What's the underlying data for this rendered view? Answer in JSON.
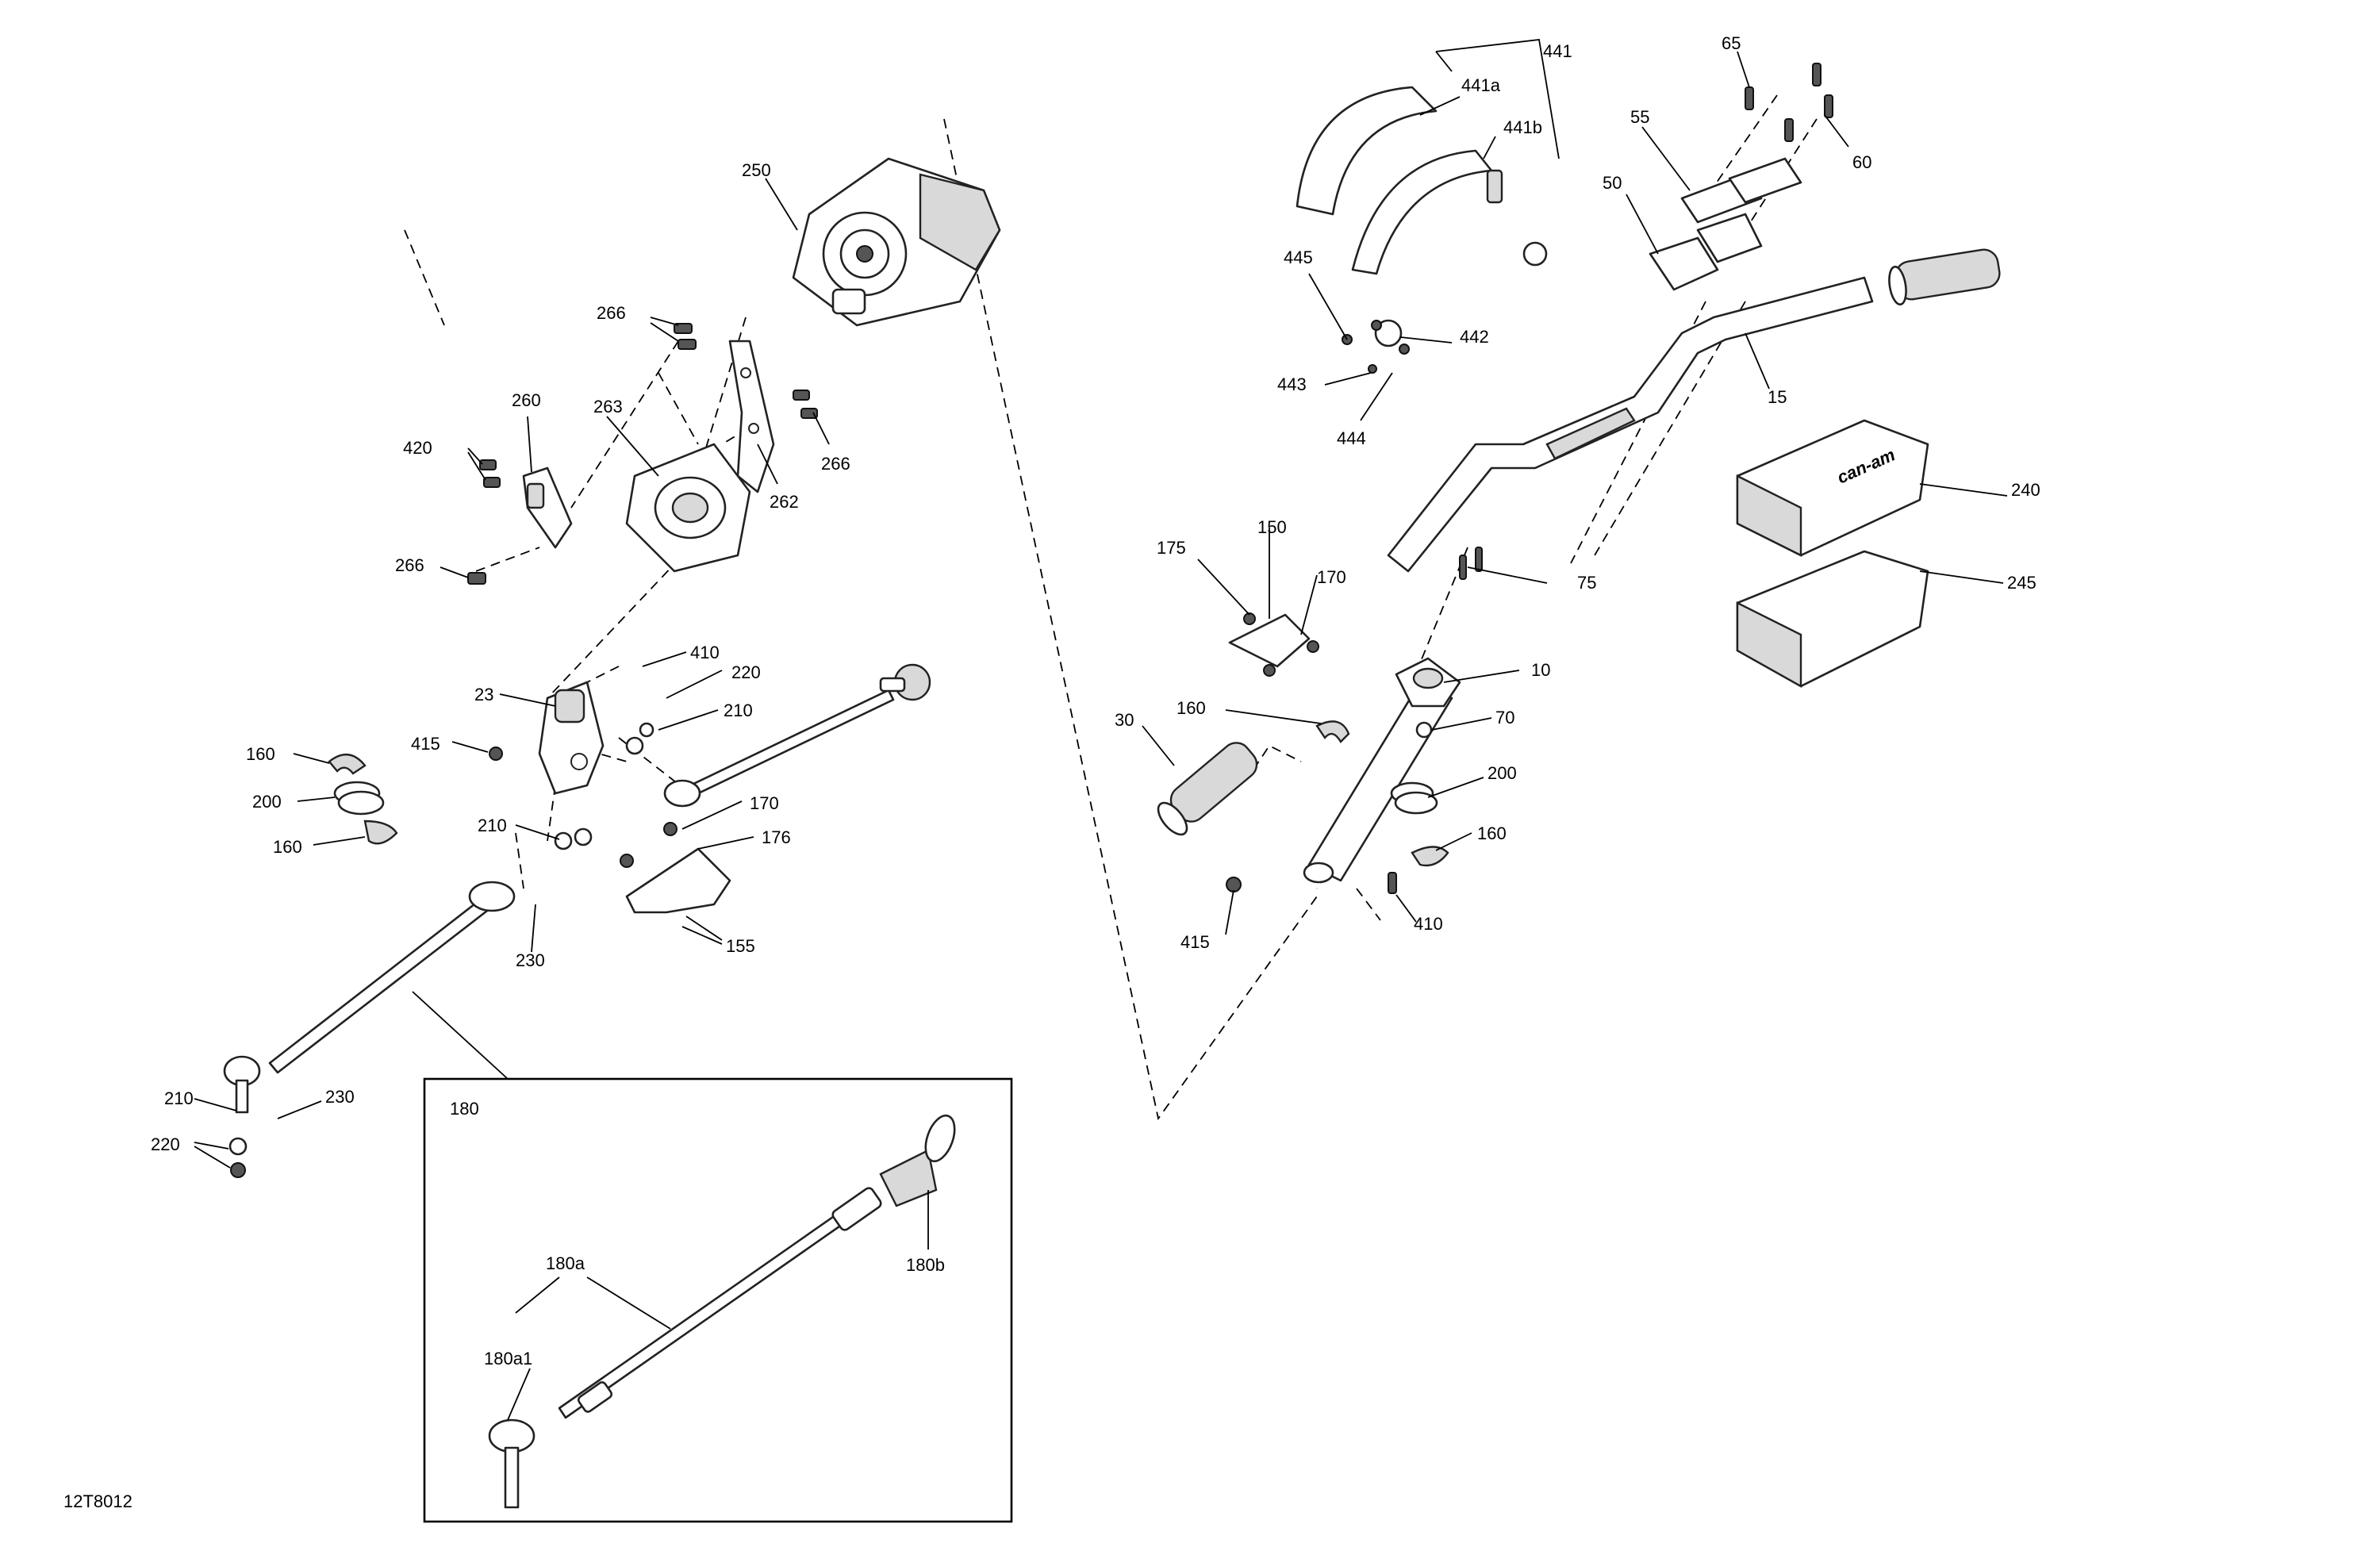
{
  "diagram_code": "12T8012",
  "labels": {
    "p10": "10",
    "p15": "15",
    "p23": "23",
    "p30": "30",
    "p50": "50",
    "p55": "55",
    "p60": "60",
    "p65": "65",
    "p70": "70",
    "p75": "75",
    "p150": "150",
    "p155": "155",
    "p160_left_top": "160",
    "p160_left_bottom": "160",
    "p160_right_top": "160",
    "p160_right_bottom": "160",
    "p170_left": "170",
    "p170_right": "170",
    "p175": "175",
    "p176": "176",
    "p200_left": "200",
    "p200_right": "200",
    "p210_upper": "210",
    "p210_mid": "210",
    "p210_lower": "210",
    "p220_upper": "220",
    "p220_lower": "220",
    "p230_upper": "230",
    "p230_lower": "230",
    "p240": "240",
    "p245": "245",
    "p250": "250",
    "p260": "260",
    "p262": "262",
    "p263": "263",
    "p266_top": "266",
    "p266_right": "266",
    "p266_left": "266",
    "p410_left": "410",
    "p410_right": "410",
    "p415_left": "415",
    "p415_right": "415",
    "p420": "420",
    "p441": "441",
    "p441a": "441a",
    "p441b": "441b",
    "p442": "442",
    "p443": "443",
    "p444": "444",
    "p445": "445"
  },
  "inset": {
    "title": "180",
    "labels": {
      "p180a": "180a",
      "p180a1": "180a1",
      "p180b": "180b"
    }
  },
  "grip_cover_logo": "can-am"
}
